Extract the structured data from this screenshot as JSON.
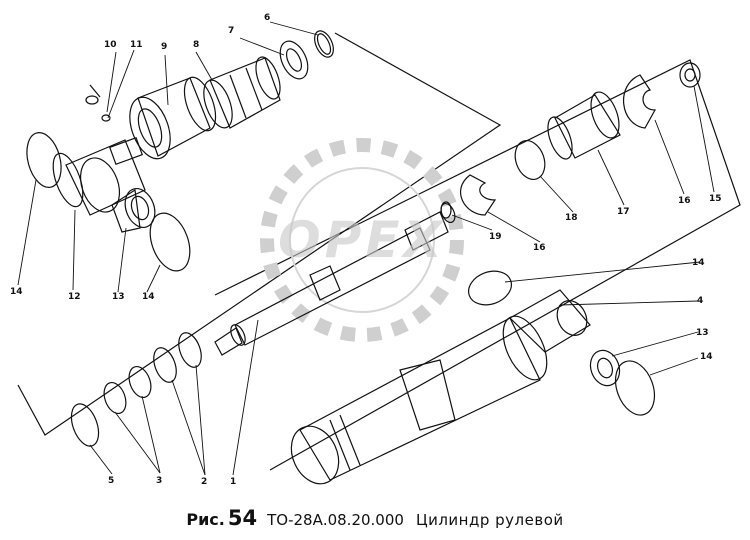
{
  "caption": {
    "prefix": "Рис.",
    "number": "54",
    "code": "ТО-28А.08.20.000",
    "title": "Цилиндр рулевой"
  },
  "watermark": {
    "text": "OPEX",
    "icon": "gear-icon"
  },
  "callouts": [
    "1",
    "2",
    "3",
    "4",
    "5",
    "6",
    "7",
    "8",
    "9",
    "10",
    "11",
    "12",
    "13",
    "14",
    "15",
    "16",
    "17",
    "18",
    "19"
  ],
  "colors": {
    "ink": "#111111",
    "watermark": "#c8c8c8"
  }
}
